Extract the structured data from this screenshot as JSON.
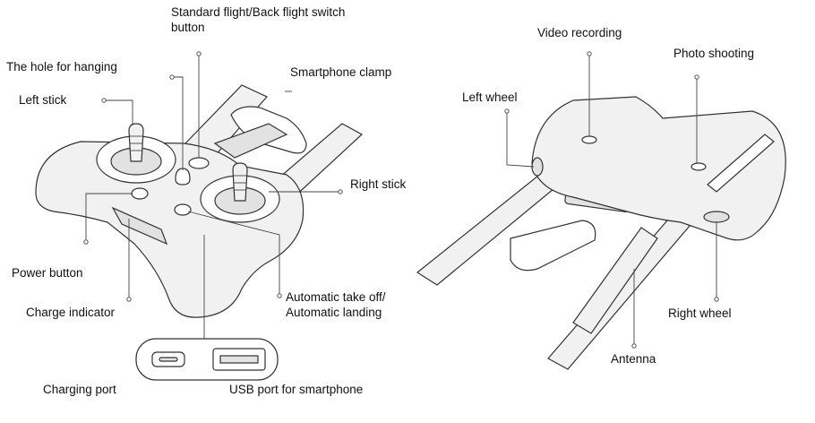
{
  "labels": {
    "switch_button_line1": "Standard flight/Back flight switch",
    "switch_button_line2": "button",
    "hole_for_hanging": "The hole for hanging",
    "smartphone_clamp": "Smartphone clamp",
    "left_stick": "Left stick",
    "right_stick": "Right stick",
    "power_button": "Power button",
    "auto_takeoff_line1": "Automatic take off/",
    "auto_takeoff_line2": "Automatic landing",
    "charge_indicator": "Charge indicator",
    "charging_port": "Charging port",
    "usb_port": "USB port for smartphone",
    "video_recording": "Video recording",
    "photo_shooting": "Photo shooting",
    "left_wheel": "Left wheel",
    "right_wheel": "Right wheel",
    "antenna": "Antenna"
  }
}
